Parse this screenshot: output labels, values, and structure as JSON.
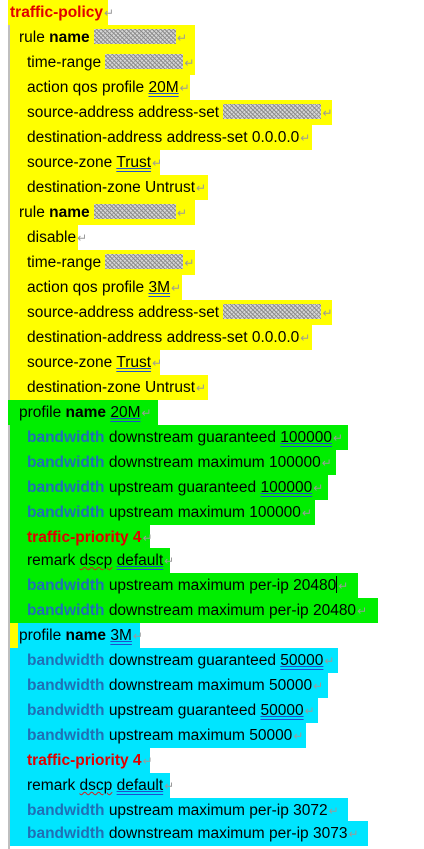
{
  "title": "traffic-policy",
  "rule_keyword": "rule",
  "name_keyword": "name",
  "profile_keyword": "profile",
  "mark": "↵",
  "rule1": {
    "time_range": "time-range",
    "action": "action qos profile",
    "profile_ref": "20M",
    "source_address": "source-address address-set",
    "destination_address": "destination-address address-set 0.0.0.0",
    "source_zone_label": "source-zone",
    "source_zone_value": "Trust",
    "destination_zone": "destination-zone Untrust"
  },
  "rule2": {
    "disable": "disable",
    "time_range": "time-range",
    "action": "action qos profile",
    "profile_ref": "3M",
    "source_address": "source-address address-set",
    "destination_address": "destination-address address-set 0.0.0.0",
    "source_zone_label": "source-zone",
    "source_zone_value": "Trust",
    "destination_zone": "destination-zone Untrust"
  },
  "profile1": {
    "name": "20M",
    "bandwidth_keyword": "bandwidth",
    "lines": [
      {
        "text": "downstream guaranteed",
        "value": "100000"
      },
      {
        "text": "downstream maximum 100000",
        "value": ""
      },
      {
        "text": "upstream guaranteed",
        "value": "100000"
      },
      {
        "text": "upstream maximum 100000",
        "value": ""
      }
    ],
    "traffic_priority": "traffic-priority 4",
    "remark_prefix": "remark",
    "remark_dscp": "dscp",
    "remark_default": "default",
    "per_ip_up": "upstream maximum per-ip 20480",
    "per_ip_down": "downstream maximum per-ip 20480"
  },
  "profile2": {
    "name": "3M",
    "bandwidth_keyword": "bandwidth",
    "lines": [
      {
        "text": "downstream guaranteed",
        "value": "50000"
      },
      {
        "text": "downstream maximum 50000",
        "value": ""
      },
      {
        "text": "upstream guaranteed",
        "value": "50000"
      },
      {
        "text": "upstream maximum 50000",
        "value": ""
      }
    ],
    "traffic_priority": "traffic-priority 4",
    "remark_prefix": "remark",
    "remark_dscp": "dscp",
    "remark_default": "default",
    "per_ip_up": "upstream maximum per-ip 3072",
    "per_ip_down": "downstream maximum per-ip 3073"
  },
  "colors": {
    "rule_highlight": "#ffff00",
    "profile1_highlight": "#00ee00",
    "profile2_highlight": "#00e5ff",
    "keyword_red": "#e00000",
    "keyword_blue": "#1f6fb5"
  }
}
